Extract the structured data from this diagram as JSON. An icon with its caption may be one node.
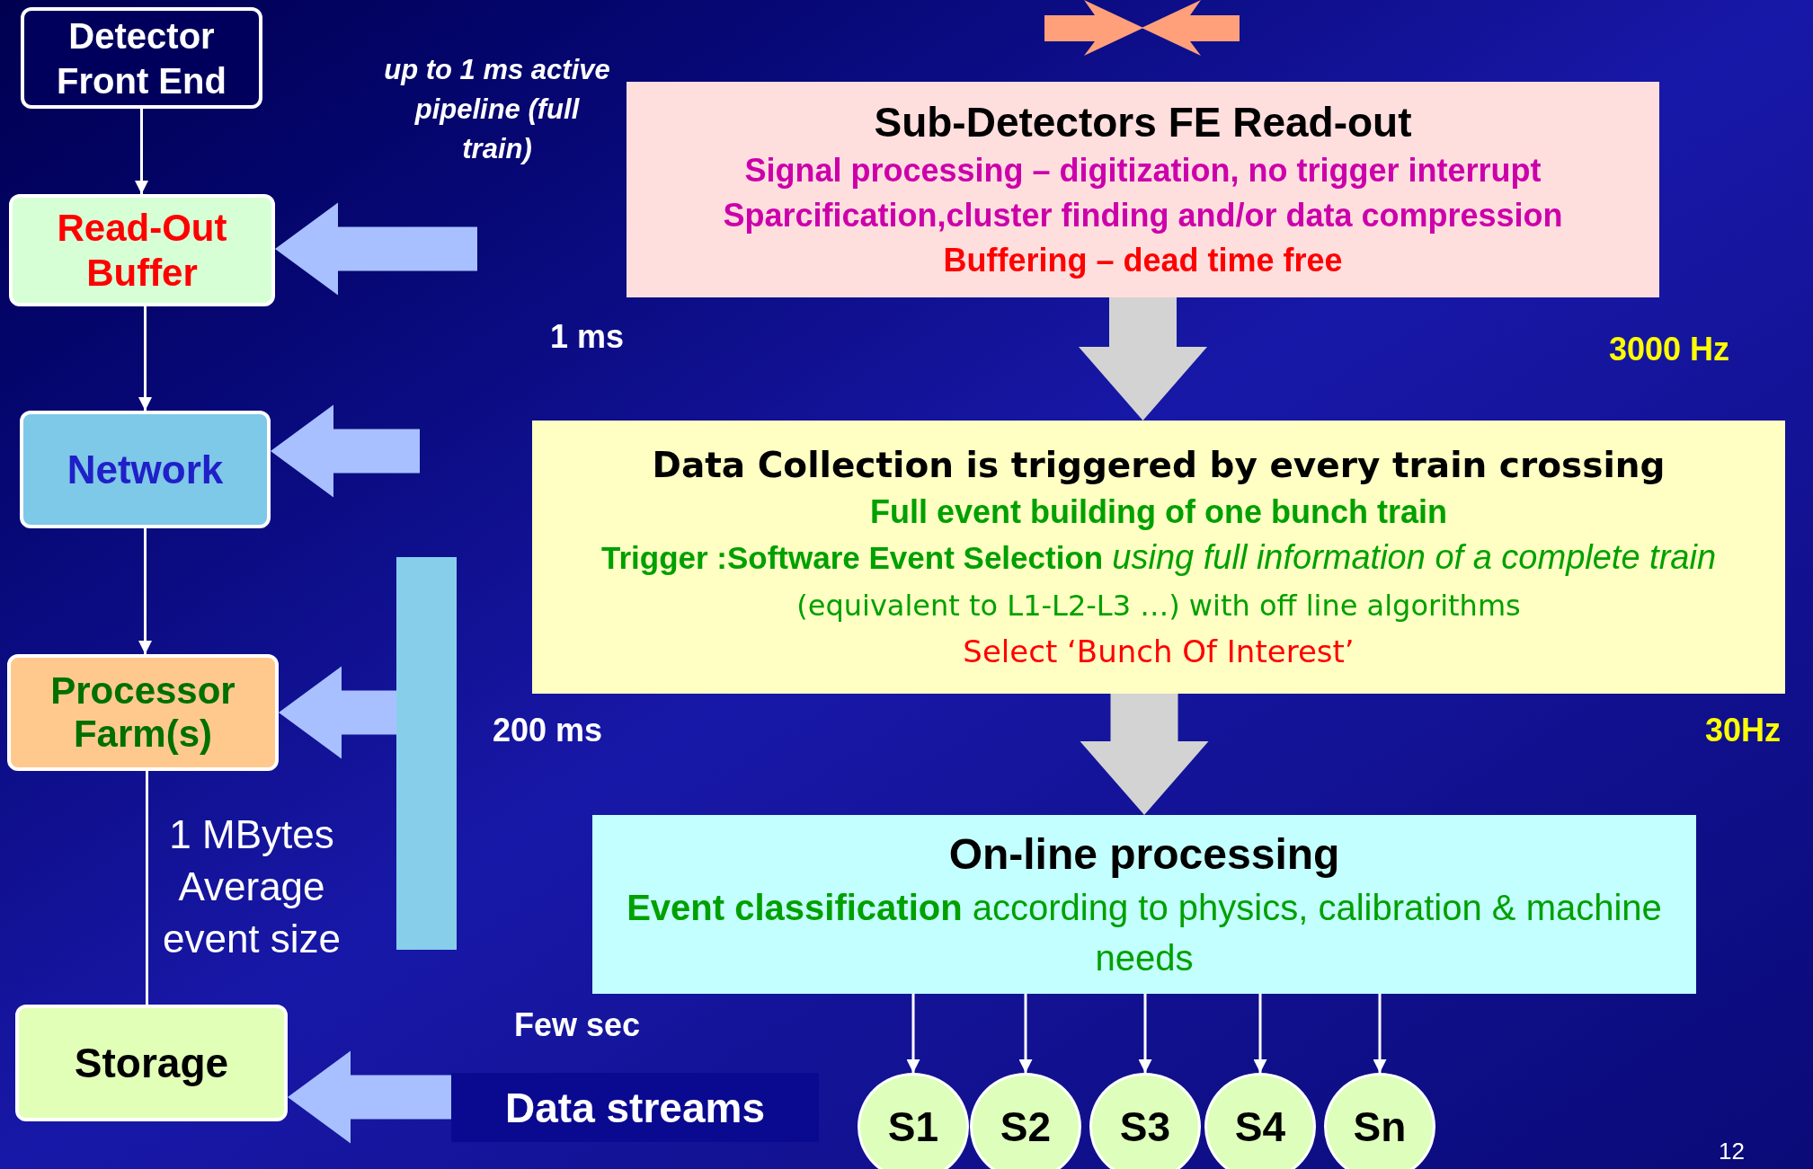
{
  "diagram": {
    "nodes": [
      {
        "text": [
          "Detector Front End"
        ]
      },
      {
        "text": [
          "Read-Out Buffer"
        ]
      },
      {
        "text": [
          "Network"
        ]
      },
      {
        "text": [
          "Processor Farm(s)"
        ]
      },
      {
        "text": [
          "Storage"
        ]
      },
      {
        "text": [
          "Sub-Detectors FE Read-out",
          "Signal processing – digitization, no trigger interrupt",
          "Sparcification,cluster finding and/or data compression",
          "Buffering – dead time free"
        ]
      },
      {
        "text": [
          "Data Collection is triggered by every train crossing",
          "Full event building of one bunch train",
          "**Trigger :Software Event Selection** *using full information of a complete train* (equivalent to L1-L2-L3 …) with off line algorithms",
          "Select ‘Bunch Of Interest’"
        ]
      },
      {
        "text": [
          "On-line processing",
          "**Event classification** according to physics, calibration & machine needs"
        ]
      },
      {
        "text": [
          "Data streams"
        ]
      },
      {
        "text": [
          "S1"
        ]
      },
      {
        "text": [
          "S2"
        ]
      },
      {
        "text": [
          "S3"
        ]
      },
      {
        "text": [
          "S4"
        ]
      },
      {
        "text": [
          "Sn"
        ]
      },
      {
        "text": [],
        "shape": "bar"
      }
    ],
    "edges": [
      {
        "from": 0,
        "to": 1,
        "arrow": "to"
      },
      {
        "from": 1,
        "to": 2,
        "arrow": "to"
      },
      {
        "from": 2,
        "to": 3,
        "arrow": "to"
      },
      {
        "from": 3,
        "to": 4,
        "arrow": "none"
      },
      {
        "from": 5,
        "to": 6,
        "arrow": "to",
        "style": "thick",
        "color": "#d3d3d3"
      },
      {
        "from": 6,
        "to": 7,
        "arrow": "to",
        "style": "thick",
        "color": "#d3d3d3"
      },
      {
        "from": 7,
        "to": 9,
        "arrow": "to"
      },
      {
        "from": 7,
        "to": 10,
        "arrow": "to"
      },
      {
        "from": 7,
        "to": 11,
        "arrow": "to"
      },
      {
        "from": 7,
        "to": 12,
        "arrow": "to"
      },
      {
        "from": 7,
        "to": 13,
        "arrow": "to"
      },
      {
        "from": null,
        "to": 1,
        "arrow": "to",
        "style": "thick",
        "color": "#a8c0ff"
      },
      {
        "from": null,
        "to": 2,
        "arrow": "to",
        "style": "thick",
        "color": "#a8c0ff"
      },
      {
        "from": 14,
        "to": 3,
        "arrow": "to",
        "style": "thick",
        "color": "#a8c0ff"
      },
      {
        "from": 8,
        "to": 4,
        "arrow": "to",
        "style": "thick",
        "color": "#a8c0ff"
      }
    ],
    "labels": [
      "up to 1 ms active pipeline (full train)",
      "1 ms",
      "3000 Hz",
      "200 ms",
      "30Hz",
      "1 MBytes Average event size",
      "Few sec",
      "12"
    ]
  }
}
